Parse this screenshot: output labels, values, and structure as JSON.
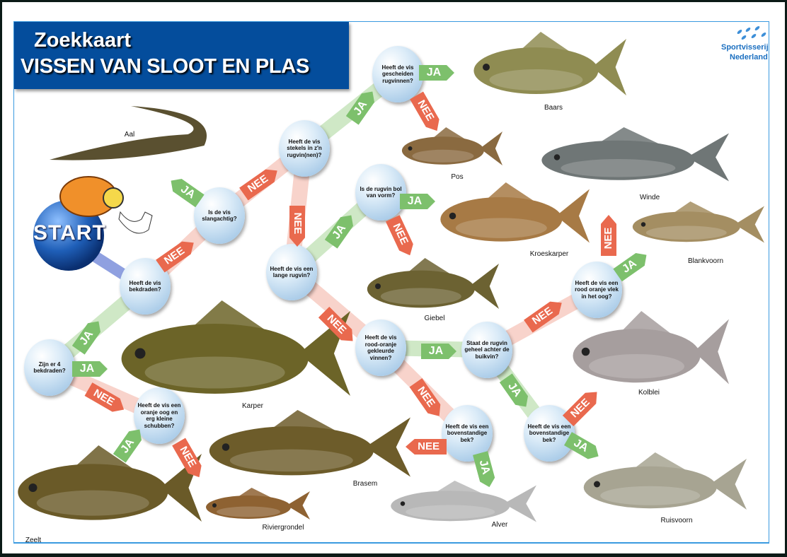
{
  "title": {
    "line1": "Zoekkaart",
    "line2": "VISSEN VAN SLOOT EN PLAS"
  },
  "logo": {
    "line1": "Sportvisserij",
    "line2": "Nederland"
  },
  "start_label": "START",
  "answers": {
    "yes": "JA",
    "no": "NEE"
  },
  "questions": [
    "Heeft de vis gescheiden rugvinnen?",
    "Heeft de vis stekels in z'n rugvin(nen)?",
    "Is de vis slangachtig?",
    "Is de rugvin bol van vorm?",
    "Heeft de vis een lange rugvin?",
    "Heeft de vis bekdraden?",
    "Zijn er 4 bekdraden?",
    "Heeft de vis een oranje oog en erg kleine schubben?",
    "Heeft de vis rood-oranje gekleurde vinnen?",
    "Staat de rugvin geheel achter de buikvin?",
    "Heeft de vis een rood oranje vlek in het oog?",
    "Heeft de vis een bovenstandige bek?",
    "Heeft de vis een bovenstandige bek?"
  ],
  "fish": [
    "Baars",
    "Pos",
    "Aal",
    "Winde",
    "Kroeskarper",
    "Blankvoorn",
    "Giebel",
    "Karper",
    "Kolblei",
    "Brasem",
    "Zeelt",
    "Riviergrondel",
    "Alver",
    "Ruisvoorn"
  ]
}
